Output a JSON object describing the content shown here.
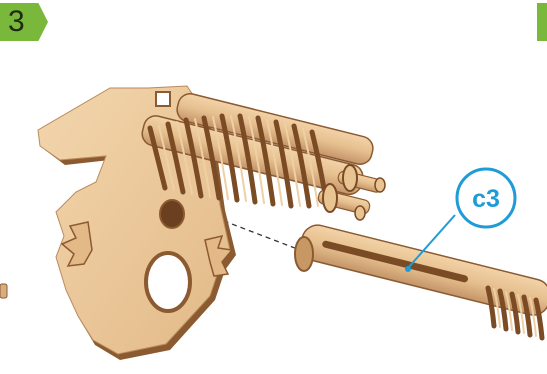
{
  "step": {
    "number": "3"
  },
  "callout": {
    "label": "c3"
  },
  "colors": {
    "step_badge": "#79b83a",
    "callout_accent": "#1f9cd8",
    "wood_light": "#ecc89b",
    "wood_dark": "#8c5a30"
  },
  "icons": [
    "wooden-frame-plate",
    "spiral-gear-rods",
    "axle-part-c3",
    "dashed-assembly-guide"
  ]
}
